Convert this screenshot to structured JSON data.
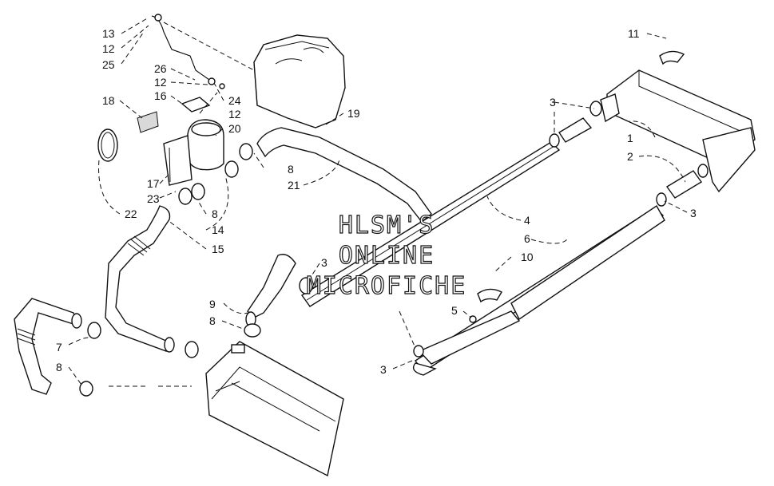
{
  "watermark": {
    "line1": "HLSM'S",
    "line2": "ONLINE",
    "line3": "MICROFICHE"
  },
  "callouts": [
    {
      "id": "c13",
      "label": "13"
    },
    {
      "id": "c12a",
      "label": "12"
    },
    {
      "id": "c25",
      "label": "25"
    },
    {
      "id": "c26",
      "label": "26"
    },
    {
      "id": "c12b",
      "label": "12"
    },
    {
      "id": "c16",
      "label": "16"
    },
    {
      "id": "c24",
      "label": "24"
    },
    {
      "id": "c12c",
      "label": "12"
    },
    {
      "id": "c20",
      "label": "20"
    },
    {
      "id": "c18",
      "label": "18"
    },
    {
      "id": "c19",
      "label": "19"
    },
    {
      "id": "c17",
      "label": "17"
    },
    {
      "id": "c23",
      "label": "23"
    },
    {
      "id": "c22",
      "label": "22"
    },
    {
      "id": "c8a",
      "label": "8"
    },
    {
      "id": "c21",
      "label": "21"
    },
    {
      "id": "c8b",
      "label": "8"
    },
    {
      "id": "c14",
      "label": "14"
    },
    {
      "id": "c15",
      "label": "15"
    },
    {
      "id": "c11",
      "label": "11"
    },
    {
      "id": "c3a",
      "label": "3"
    },
    {
      "id": "c1",
      "label": "1"
    },
    {
      "id": "c2",
      "label": "2"
    },
    {
      "id": "c3b",
      "label": "3"
    },
    {
      "id": "c4",
      "label": "4"
    },
    {
      "id": "c6",
      "label": "6"
    },
    {
      "id": "c10",
      "label": "10"
    },
    {
      "id": "c3c",
      "label": "3"
    },
    {
      "id": "c5",
      "label": "5"
    },
    {
      "id": "c9",
      "label": "9"
    },
    {
      "id": "c8c",
      "label": "8"
    },
    {
      "id": "c7",
      "label": "7"
    },
    {
      "id": "c8d",
      "label": "8"
    },
    {
      "id": "c3d",
      "label": "3"
    }
  ]
}
